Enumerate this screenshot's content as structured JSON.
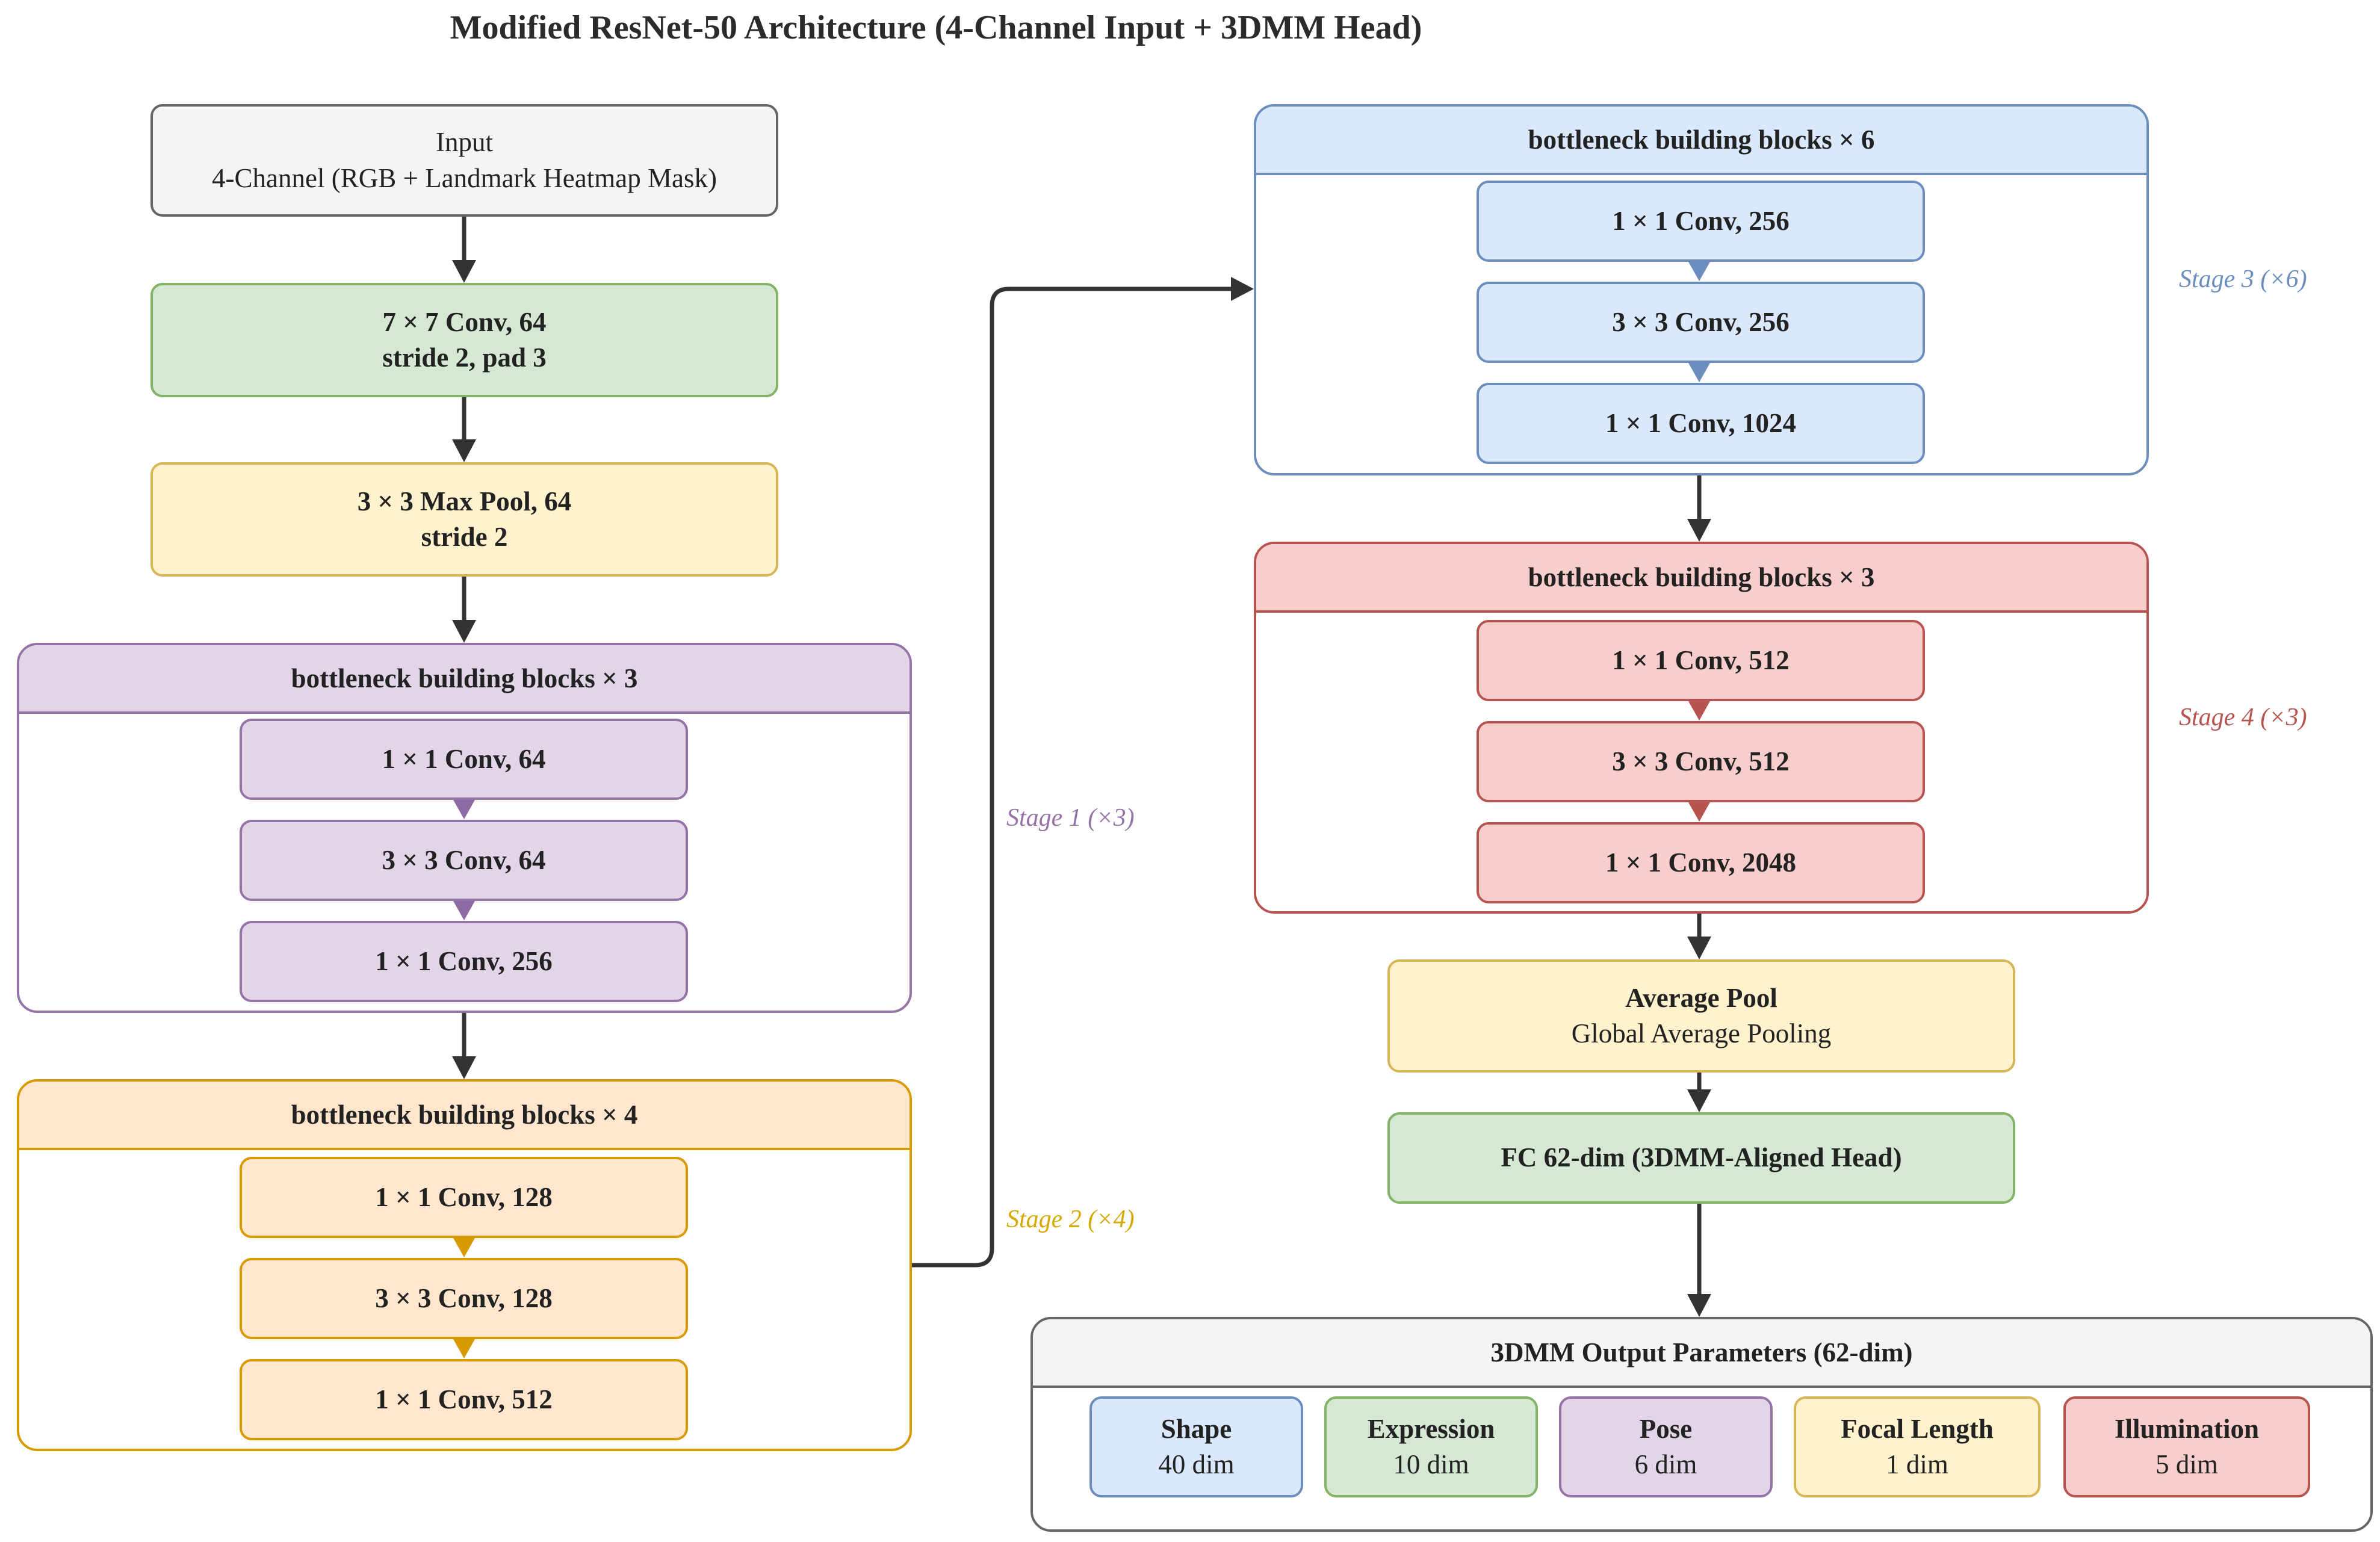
{
  "title": "Modified ResNet-50 Architecture (4-Channel Input + 3DMM Head)",
  "input": {
    "line1": "Input",
    "line2": "4-Channel (RGB + Landmark Heatmap Mask)"
  },
  "conv7": {
    "line1": "7 × 7 Conv, 64",
    "line2": "stride 2, pad 3"
  },
  "maxpool": {
    "line1": "3 × 3 Max Pool, 64",
    "line2": "stride 2"
  },
  "stage1": {
    "header": "bottleneck building blocks × 3",
    "layers": [
      "1 × 1 Conv, 64",
      "3 × 3 Conv, 64",
      "1 × 1 Conv, 256"
    ],
    "label": "Stage 1 (×3)",
    "color": "#9673a6"
  },
  "stage2": {
    "header": "bottleneck building blocks × 4",
    "layers": [
      "1 × 1 Conv, 128",
      "3 × 3 Conv, 128",
      "1 × 1 Conv, 512"
    ],
    "label": "Stage 2 (×4)",
    "color": "#d79b00"
  },
  "stage3": {
    "header": "bottleneck building blocks × 6",
    "layers": [
      "1 × 1 Conv, 256",
      "3 × 3 Conv, 256",
      "1 × 1 Conv, 1024"
    ],
    "label": "Stage 3 (×6)",
    "color": "#6c8ebf"
  },
  "stage4": {
    "header": "bottleneck building blocks × 3",
    "layers": [
      "1 × 1 Conv, 512",
      "3 × 3 Conv, 512",
      "1 × 1 Conv, 2048"
    ],
    "label": "Stage 4 (×3)",
    "color": "#b85450"
  },
  "avgpool": {
    "line1": "Average Pool",
    "line2": "Global Average Pooling"
  },
  "fc": {
    "label": "FC 62-dim (3DMM-Aligned Head)"
  },
  "output": {
    "header": "3DMM Output Parameters (62-dim)",
    "params": [
      {
        "name": "Shape",
        "dim": "40 dim"
      },
      {
        "name": "Expression",
        "dim": "10 dim"
      },
      {
        "name": "Pose",
        "dim": "6 dim"
      },
      {
        "name": "Focal Length",
        "dim": "1 dim"
      },
      {
        "name": "Illumination",
        "dim": "5 dim"
      }
    ]
  }
}
